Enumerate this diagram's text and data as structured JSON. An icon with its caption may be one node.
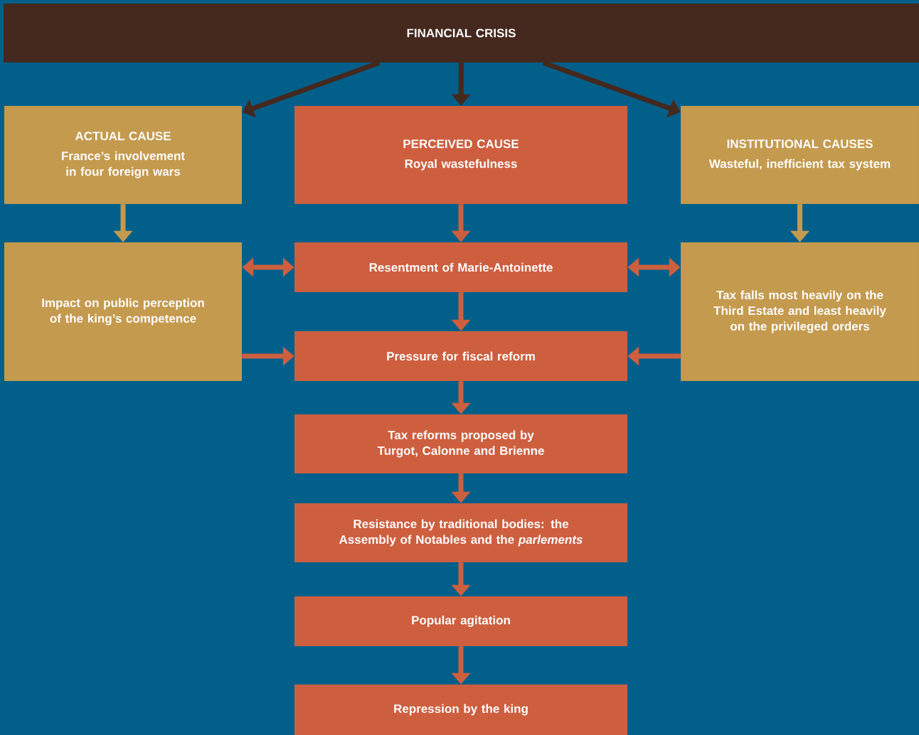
{
  "diagram": {
    "nodes": [
      {
        "text": [
          "FINANCIAL CRISIS"
        ]
      },
      {
        "text": [
          "ACTUAL CAUSE",
          "France’s involvement in four foreign wars"
        ]
      },
      {
        "text": [
          "PERCEIVED CAUSE",
          "Royal wastefulness"
        ]
      },
      {
        "text": [
          "INSTITUTIONAL CAUSES",
          "Wasteful, inefficient tax system"
        ]
      },
      {
        "text": [
          "Impact on public perception of the king’s competence"
        ]
      },
      {
        "text": [
          "Resentment of Marie-Antoinette"
        ]
      },
      {
        "text": [
          "Tax falls most heavily on the Third Estate and least heavily on the privileged orders"
        ]
      },
      {
        "text": [
          "Pressure for fiscal reform"
        ]
      },
      {
        "text": [
          "Tax reforms proposed by Turgot, Calonne and Brienne"
        ]
      },
      {
        "text": [
          "Resistance by traditional bodies: the Assembly of Notables and the *parlements*"
        ]
      },
      {
        "text": [
          "Popular agitation"
        ]
      },
      {
        "text": [
          "Repression by the king"
        ]
      }
    ],
    "edges": [
      {
        "from": 0,
        "to": 1,
        "arrow": "to",
        "color": "#45281e"
      },
      {
        "from": 0,
        "to": 2,
        "arrow": "to",
        "color": "#45281e"
      },
      {
        "from": 0,
        "to": 3,
        "arrow": "to",
        "color": "#45281e"
      },
      {
        "from": 1,
        "to": 4,
        "arrow": "to",
        "color": "#c49a4e"
      },
      {
        "from": 2,
        "to": 5,
        "arrow": "to"
      },
      {
        "from": 3,
        "to": 6,
        "arrow": "to",
        "color": "#c49a4e"
      },
      {
        "from": 4,
        "to": 5,
        "arrow": "both"
      },
      {
        "from": 5,
        "to": 6,
        "arrow": "both"
      },
      {
        "from": 5,
        "to": 7,
        "arrow": "to"
      },
      {
        "from": 4,
        "to": 7,
        "arrow": "to"
      },
      {
        "from": 6,
        "to": 7,
        "arrow": "to"
      },
      {
        "from": 7,
        "to": 8,
        "arrow": "to"
      },
      {
        "from": 8,
        "to": 9,
        "arrow": "to"
      },
      {
        "from": 9,
        "to": 10,
        "arrow": "to"
      },
      {
        "from": 10,
        "to": 11,
        "arrow": "to"
      }
    ]
  }
}
